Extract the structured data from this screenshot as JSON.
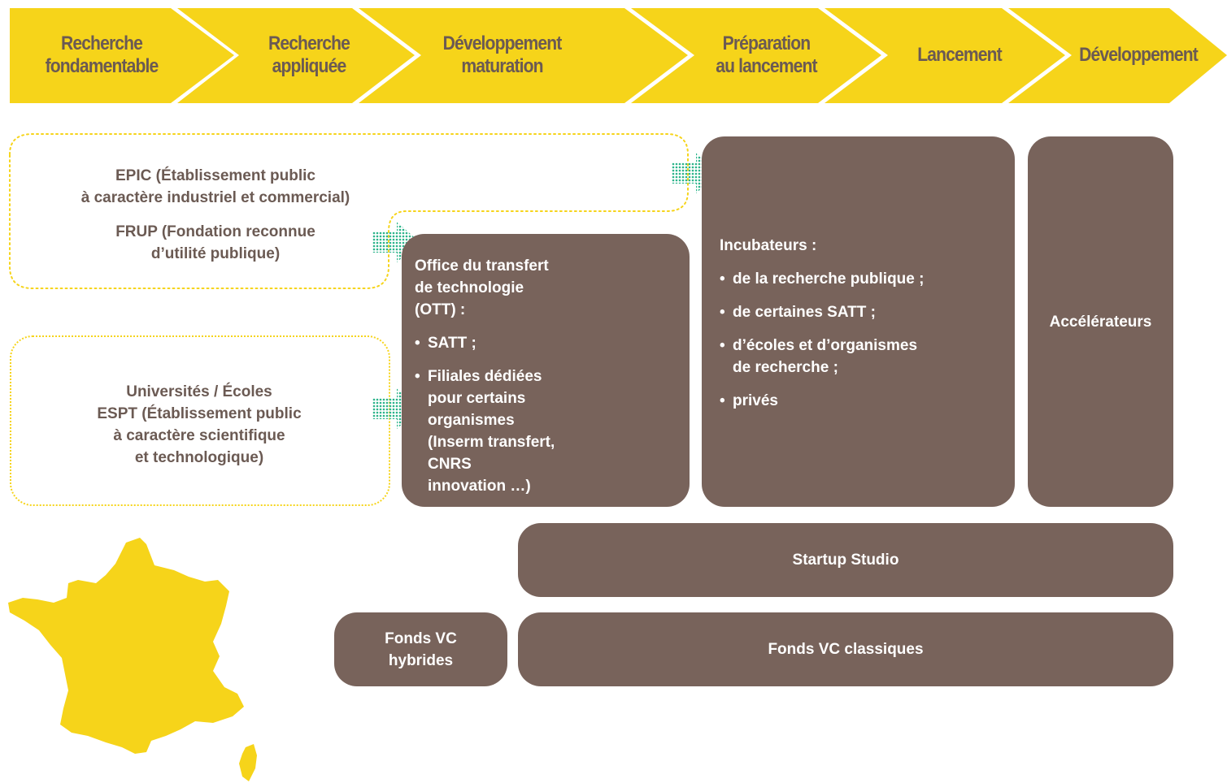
{
  "stages": [
    {
      "label": "Recherche\nfondamentable"
    },
    {
      "label": "Recherche\nappliquée"
    },
    {
      "label": "Développement\nmaturation"
    },
    {
      "label": "Préparation\nau lancement"
    },
    {
      "label": "Lancement"
    },
    {
      "label": "Développement"
    }
  ],
  "origins": {
    "epic": "EPIC (Établissement public\nà caractère industriel et commercial)",
    "frup": "FRUP (Fondation reconnue\nd’utilité publique)",
    "univ": "Universités / Écoles\nESPT (Établissement public\nà caractère scientifique\net technologique)"
  },
  "ott": {
    "title": "Office du transfert\nde technologie\n(OTT) :",
    "items": [
      "SATT ;",
      "Filiales dédiées\npour certains\norganismes\n(Inserm transfert,\nCNRS\ninnovation …)"
    ]
  },
  "incubateurs": {
    "title": "Incubateurs :",
    "items": [
      "de la recherche publique ;",
      "de certaines SATT ;",
      "d’écoles et d’organismes\nde recherche ;",
      "privés"
    ]
  },
  "accelerateurs": {
    "label": "Accélérateurs"
  },
  "startup_studio": {
    "label": "Startup Studio"
  },
  "fonds_hybrides": {
    "label": "Fonds VC\nhybrides"
  },
  "fonds_classiques": {
    "label": "Fonds VC classiques"
  },
  "colors": {
    "yellow": "#f6d41a",
    "brown": "#78635b",
    "text_brown": "#6b5a53",
    "arrow_green": "#2bb48a"
  },
  "icons": {
    "map": "france-map-icon",
    "arrow": "dotted-arrow-icon"
  }
}
